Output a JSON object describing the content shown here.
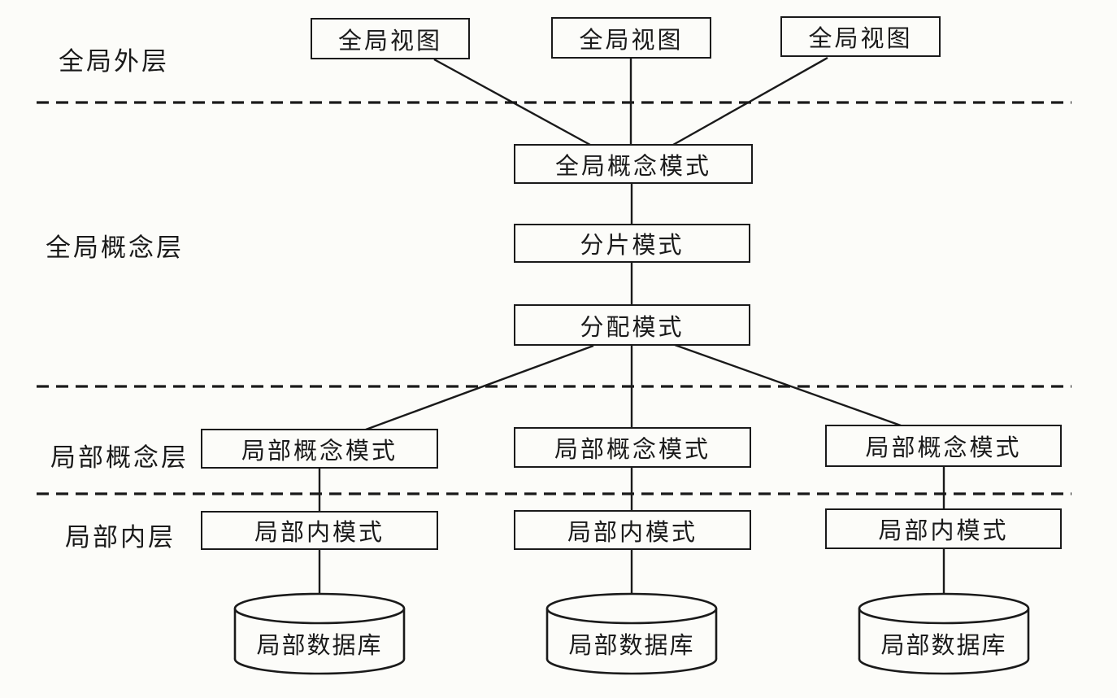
{
  "layer_labels": [
    {
      "label": "全局外层"
    },
    {
      "label": "全局概念层"
    },
    {
      "label": "局部概念层"
    },
    {
      "label": "局部内层"
    }
  ],
  "boxes": {
    "global_views": [
      {
        "label": "全局视图"
      },
      {
        "label": "全局视图"
      },
      {
        "label": "全局视图"
      }
    ],
    "global_conceptual_schema": {
      "label": "全局概念模式"
    },
    "fragmentation_schema": {
      "label": "分片模式"
    },
    "allocation_schema": {
      "label": "分配模式"
    },
    "local_conceptual_schemas": [
      {
        "label": "局部概念模式"
      },
      {
        "label": "局部概念模式"
      },
      {
        "label": "局部概念模式"
      }
    ],
    "local_internal_schemas": [
      {
        "label": "局部内模式"
      },
      {
        "label": "局部内模式"
      },
      {
        "label": "局部内模式"
      }
    ],
    "local_databases": [
      {
        "label": "局部数据库"
      },
      {
        "label": "局部数据库"
      },
      {
        "label": "局部数据库"
      }
    ]
  },
  "colors": {
    "ink": "#1a1a1a",
    "paper": "#fcfcf9"
  }
}
